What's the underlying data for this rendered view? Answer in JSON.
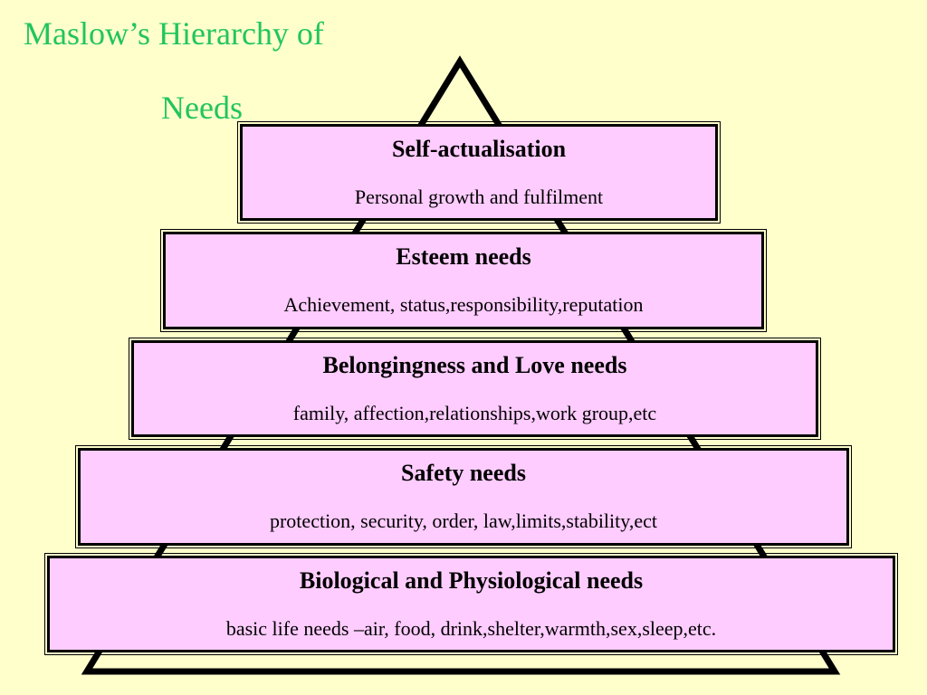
{
  "title": {
    "line1": "Maslow’s Hierarchy of",
    "line2": "Needs"
  },
  "colors": {
    "background": "#ffffcc",
    "title": "#22c55e",
    "tier_fill": "#ffccff",
    "outline": "#000000"
  },
  "tiers": [
    {
      "title": "Self-actualisation",
      "description": "Personal growth and fulfilment"
    },
    {
      "title": "Esteem needs",
      "description": "Achievement, status,responsibility,reputation"
    },
    {
      "title": "Belongingness and Love needs",
      "description": "family, affection,relationships,work group,etc"
    },
    {
      "title": "Safety needs",
      "description": "protection, security, order, law,limits,stability,ect"
    },
    {
      "title": "Biological and Physiological needs",
      "description": "basic life needs –air, food, drink,shelter,warmth,sex,sleep,etc."
    }
  ]
}
